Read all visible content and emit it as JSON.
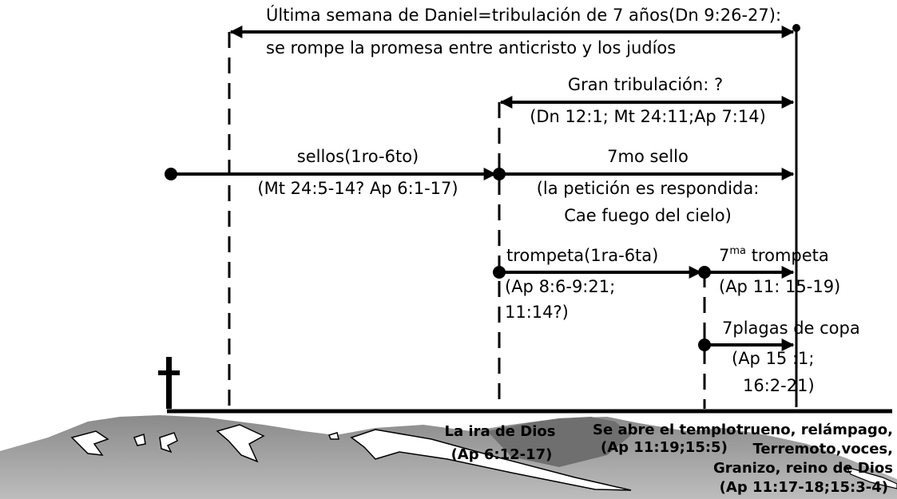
{
  "week": {
    "line1": "Última semana de Daniel=tribulación de 7 años(Dn 9:26-27):",
    "line2": "se rompe la promesa entre anticristo y los judíos"
  },
  "great_tribulation": {
    "title": "Gran tribulación: ?",
    "ref": "(Dn 12:1; Mt 24:11;Ap 7:14)"
  },
  "seals": {
    "title": "sellos(1ro-6to)",
    "ref": "(Mt 24:5-14? Ap 6:1-17)"
  },
  "seventh_seal": {
    "title": "7mo sello",
    "line2": "(la petición es respondida:",
    "line3": "Cae fuego del cielo)"
  },
  "trumpets": {
    "title": "trompeta(1ra-6ta)",
    "ref1": "(Ap 8:6-9:21;",
    "ref2": "11:14?)"
  },
  "seventh_trumpet": {
    "num": "7",
    "sup": "ma",
    "word": " trompeta",
    "ref": "(Ap 11: 15-19)"
  },
  "bowls": {
    "title": "7plagas de copa",
    "ref1": "(Ap 15 :1;",
    "ref2": "16:2-21)"
  },
  "bottom": {
    "wrath_title": "La ira de Dios",
    "wrath_ref": "(Ap 6:12-17)",
    "temple_title": "Se abre el templo",
    "temple_ref": "(Ap 11:19;15:5)",
    "thunder1": "trueno, relámpago,",
    "thunder2": "Terremoto,voces,",
    "thunder3": "Granizo, reino de Dios",
    "thunder4": "(Ap 11:17-18;15:3-4)"
  }
}
